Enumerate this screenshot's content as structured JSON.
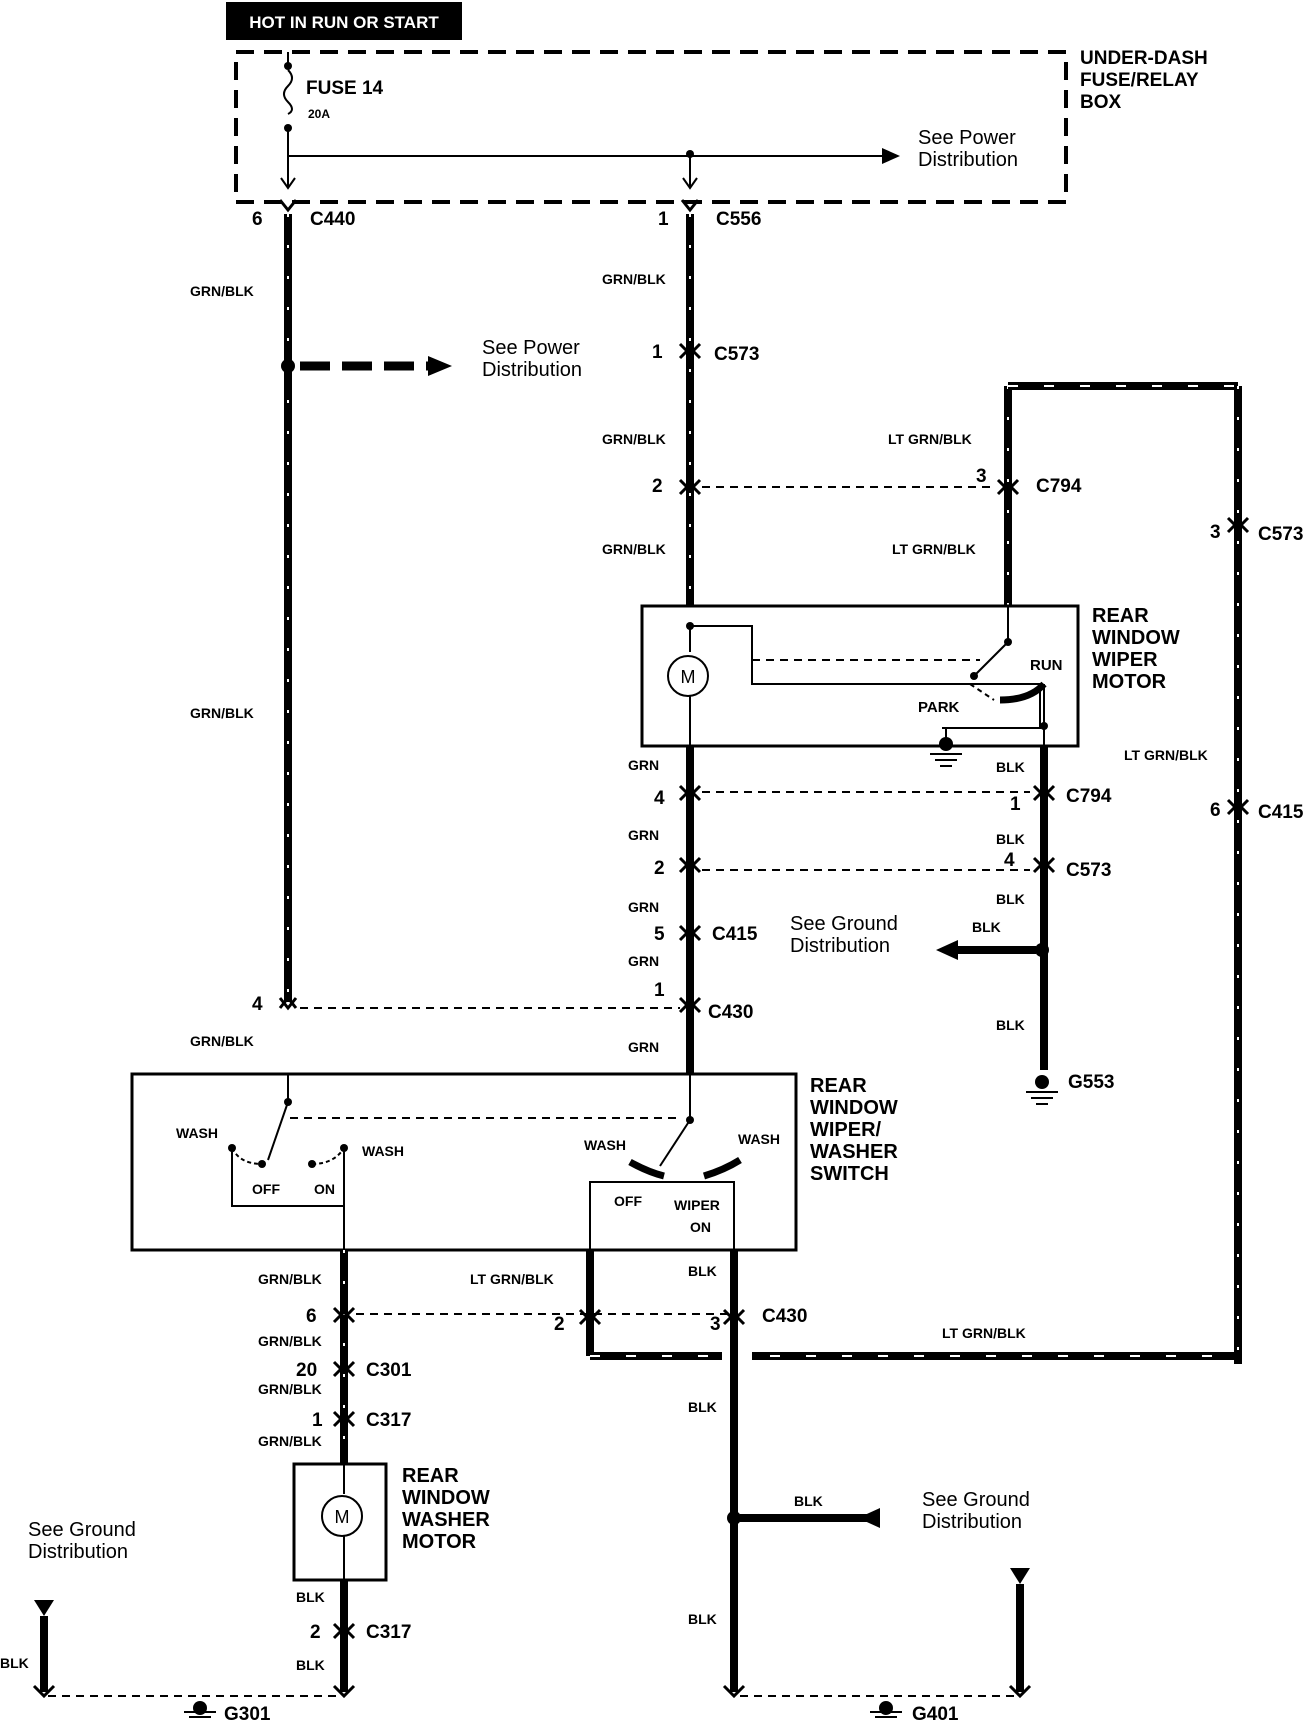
{
  "header": {
    "badge": "HOT IN RUN OR START"
  },
  "fuse_box": {
    "name_lines": [
      "UNDER-DASH",
      "FUSE/RELAY",
      "BOX"
    ],
    "fuse_label": "FUSE 14",
    "fuse_rating": "20A",
    "see_power": [
      "See Power",
      "Distribution"
    ]
  },
  "see_power_left": [
    "See Power",
    "Distribution"
  ],
  "connectors": {
    "c440_pin": "6",
    "c440": "C440",
    "c556_pin": "1",
    "c556": "C556",
    "c573_pin1": "1",
    "c573": "C573",
    "c573_pin2": "2",
    "c573_pin3": "3",
    "c573_pin4": "4",
    "c794_pin3": "3",
    "c794": "C794",
    "c794_pin4": "4",
    "c794_pin1": "1",
    "c415_pin5": "5",
    "c415": "C415",
    "c415_pin6": "6",
    "c430_pin1": "1",
    "c430": "C430",
    "c430_pin4": "4",
    "c430_pin2": "2",
    "c430_pin3": "3",
    "c430_pin6": "6",
    "c301_pin": "20",
    "c301": "C301",
    "c317_pin1": "1",
    "c317": "C317",
    "c317_pin2": "2",
    "g553": "G553",
    "g301": "G301",
    "g401": "G401"
  },
  "wires": {
    "grn_blk": "GRN/BLK",
    "lt_grn_blk": "LT GRN/BLK",
    "grn": "GRN",
    "blk": "BLK"
  },
  "wiper_motor": {
    "name_lines": [
      "REAR",
      "WINDOW",
      "WIPER",
      "MOTOR"
    ],
    "run": "RUN",
    "park": "PARK",
    "motor_symbol": "M"
  },
  "switch": {
    "name_lines": [
      "REAR",
      "WINDOW",
      "WIPER/",
      "WASHER",
      "SWITCH"
    ],
    "wash1": "WASH",
    "wash2": "WASH",
    "off1": "OFF",
    "on1": "ON",
    "wash3": "WASH",
    "wash4": "WASH",
    "off2": "OFF",
    "wiper": "WIPER",
    "on2": "ON"
  },
  "washer_motor": {
    "name_lines": [
      "REAR",
      "WINDOW",
      "WASHER",
      "MOTOR"
    ],
    "motor_symbol": "M"
  },
  "see_ground": [
    "See Ground",
    "Distribution"
  ]
}
